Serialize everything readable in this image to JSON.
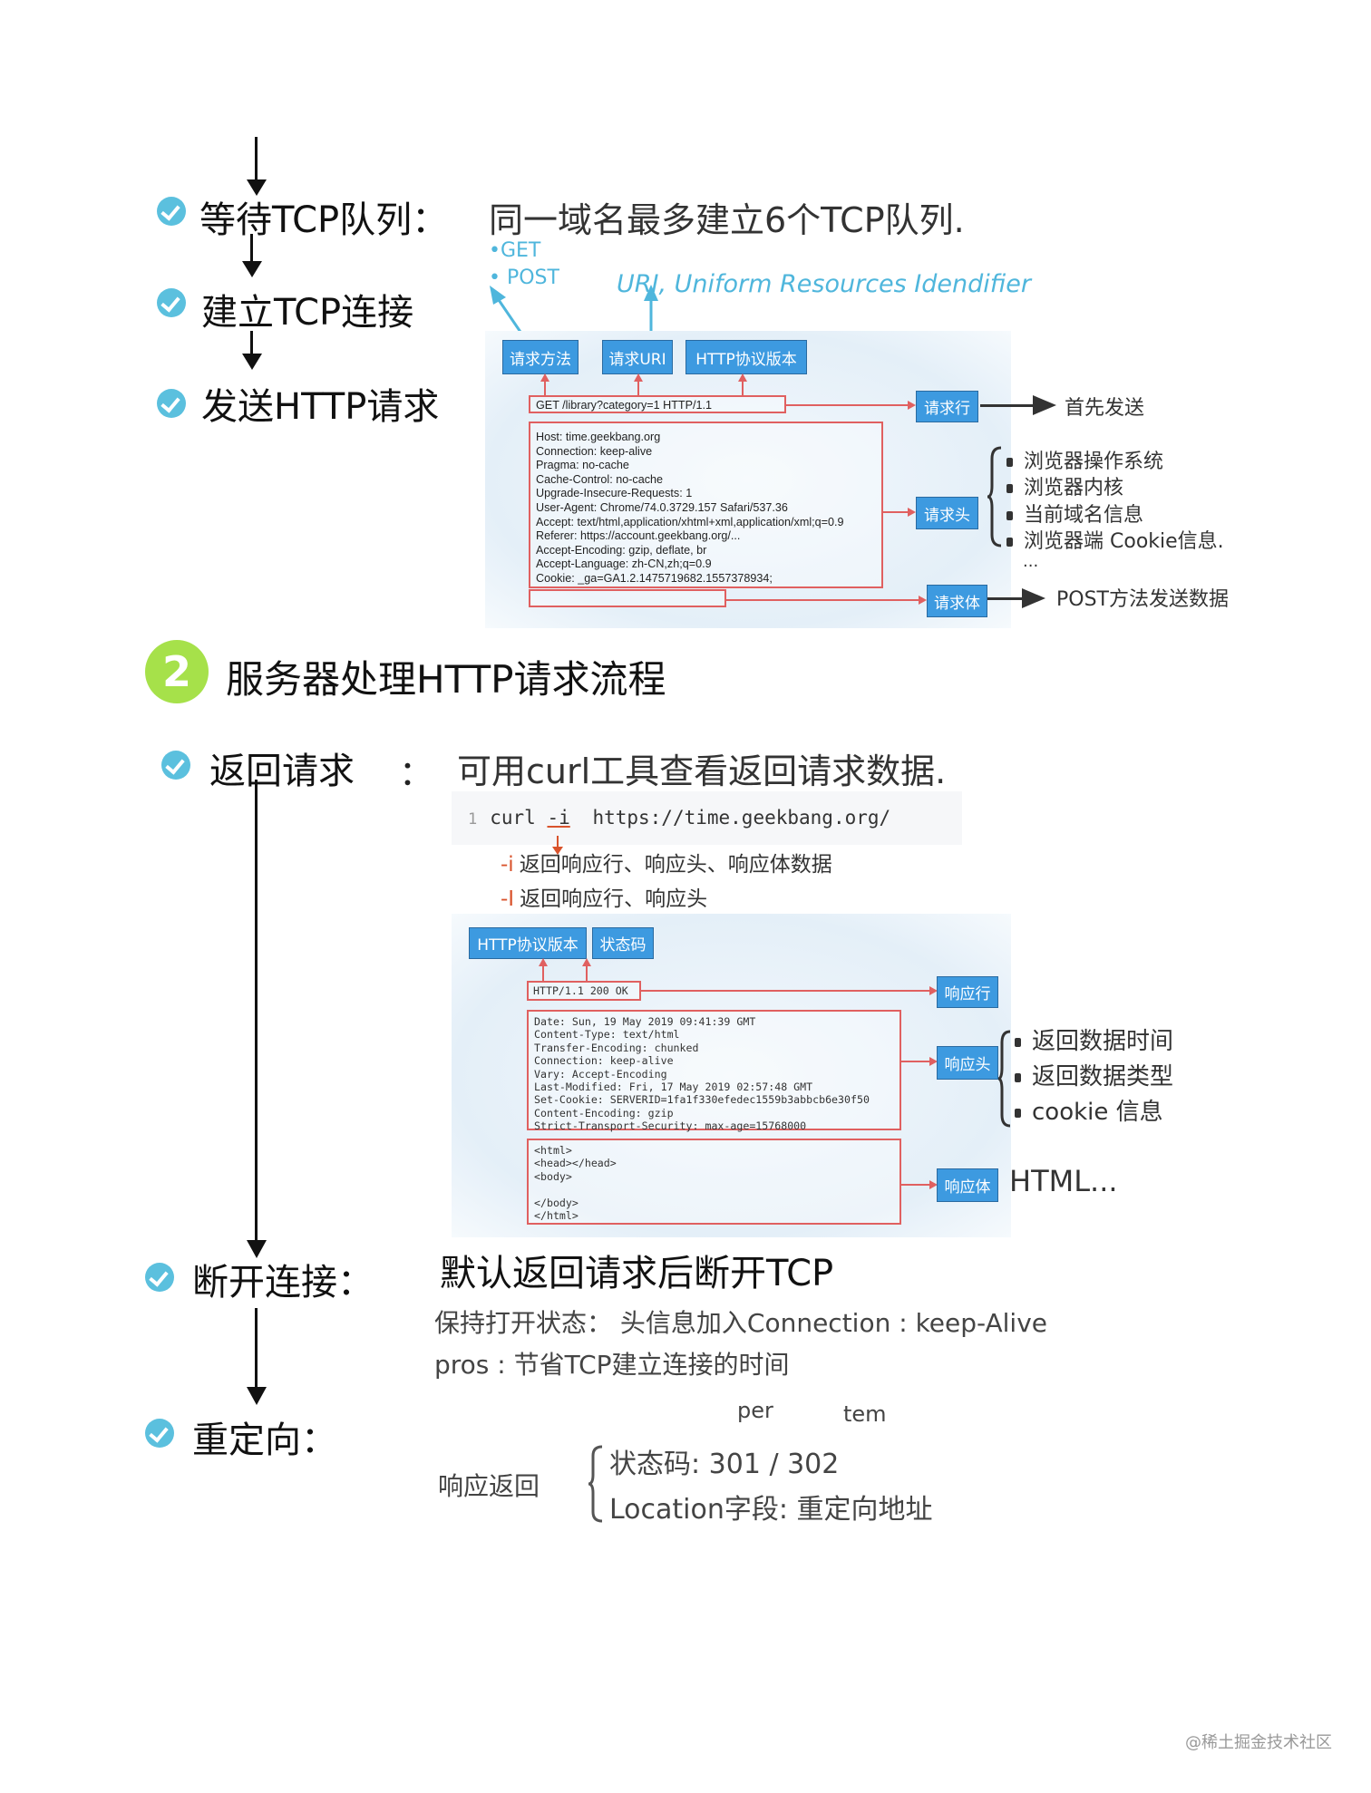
{
  "steps": {
    "wait_tcp": {
      "label": "等待TCP队列：",
      "note": "同一域名最多建立6个TCP队列."
    },
    "establish_tcp": {
      "label": "建立TCP连接"
    },
    "send_http": {
      "label": "发送HTTP请求"
    }
  },
  "request_annotations": {
    "methods": [
      "•GET",
      "• POST"
    ],
    "uri": "URI, Uniform Resources Idendifier"
  },
  "request_diagram": {
    "top_labels": [
      "请求方法",
      "请求URI",
      "HTTP协议版本"
    ],
    "request_line": "GET /library?category=1 HTTP/1.1",
    "headers": [
      "Host: time.geekbang.org",
      "Connection: keep-alive",
      "Pragma: no-cache",
      "Cache-Control: no-cache",
      "Upgrade-Insecure-Requests: 1",
      "User-Agent: Chrome/74.0.3729.157 Safari/537.36",
      "Accept: text/html,application/xhtml+xml,application/xml;q=0.9",
      "Referer: https://account.geekbang.org/...",
      "Accept-Encoding: gzip, deflate, br",
      "Accept-Language: zh-CN,zh;q=0.9",
      "Cookie: _ga=GA1.2.1475719682.1557378934;"
    ],
    "part_labels": {
      "line": "请求行",
      "header": "请求头",
      "body": "请求体"
    },
    "line_note": "首先发送",
    "header_notes": [
      "浏览器操作系统",
      "浏览器内核",
      "当前域名信息",
      "浏览器端 Cookie信息."
    ],
    "header_more": "...",
    "body_note": "POST方法发送数据"
  },
  "section2": {
    "number": "2",
    "title": "服务器处理HTTP请求流程",
    "accent": "#a6e14a"
  },
  "return_request": {
    "label": "返回请求",
    "colon": "：",
    "note": "可用curl工具查看返回请求数据.",
    "code": {
      "line_no": "1",
      "cmd": "curl",
      "flag": "-i",
      "url": "https://time.geekbang.org/"
    },
    "flags": [
      {
        "flag": "-i",
        "desc": "返回响应行、响应头、响应体数据"
      },
      {
        "flag": "-I",
        "desc": "返回响应行、响应头"
      }
    ]
  },
  "response_diagram": {
    "top_labels": [
      "HTTP协议版本",
      "状态码"
    ],
    "status_line": "HTTP/1.1 200 OK",
    "headers": [
      "Date: Sun, 19 May 2019 09:41:39 GMT",
      "Content-Type: text/html",
      "Transfer-Encoding: chunked",
      "Connection: keep-alive",
      "Vary: Accept-Encoding",
      "Last-Modified: Fri, 17 May 2019 02:57:48 GMT",
      "Set-Cookie: SERVERID=1fa1f330efedec1559b3abbcb6e30f50",
      "Content-Encoding: gzip",
      "Strict-Transport-Security: max-age=15768000"
    ],
    "body": [
      "<html>",
      "<head></head>",
      "<body>",
      "",
      "</body>",
      "</html>"
    ],
    "part_labels": {
      "line": "响应行",
      "header": "响应头",
      "body": "响应体"
    },
    "header_notes": [
      "返回数据时间",
      "返回数据类型",
      "cookie 信息"
    ],
    "body_note": "HTML..."
  },
  "disconnect": {
    "label": "断开连接：",
    "note": "默认返回请求后断开TCP",
    "keep_open": "保持打开状态： 头信息加入Connection : keep-Alive",
    "pros": "pros : 节省TCP建立连接的时间"
  },
  "redirect": {
    "label": "重定向：",
    "above": [
      "per",
      "tem"
    ],
    "lead": "响应返回",
    "items": [
      "状态码: 301 / 302",
      "Location字段: 重定向地址"
    ]
  },
  "watermark": "@稀土掘金技术社区",
  "colors": {
    "check": "#5bc0de",
    "box_blue": "#3d9ae0",
    "box_red": "#e06060",
    "annotation_cyan": "#4fb6dc",
    "annotation_red": "#d9532c"
  }
}
